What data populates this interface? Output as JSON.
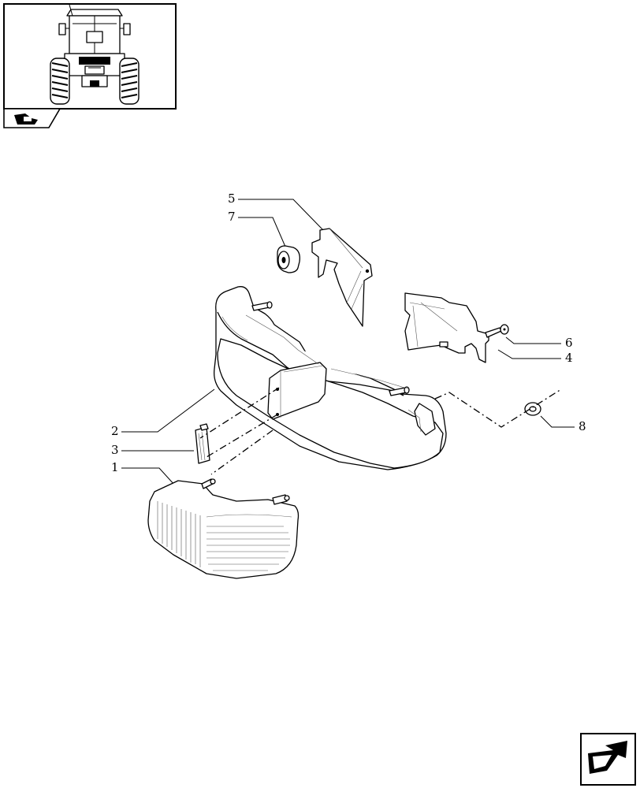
{
  "diagram": {
    "callouts": [
      {
        "id": "5",
        "label": "5"
      },
      {
        "id": "7",
        "label": "7"
      },
      {
        "id": "6",
        "label": "6"
      },
      {
        "id": "4",
        "label": "4"
      },
      {
        "id": "2",
        "label": "2"
      },
      {
        "id": "3",
        "label": "3"
      },
      {
        "id": "1",
        "label": "1"
      },
      {
        "id": "8",
        "label": "8"
      }
    ],
    "thumbnail_icon": "tractor-rear-view-icon",
    "section_icon": "tractor-section-icon",
    "nav_icon": "next-page-arrow-icon"
  }
}
